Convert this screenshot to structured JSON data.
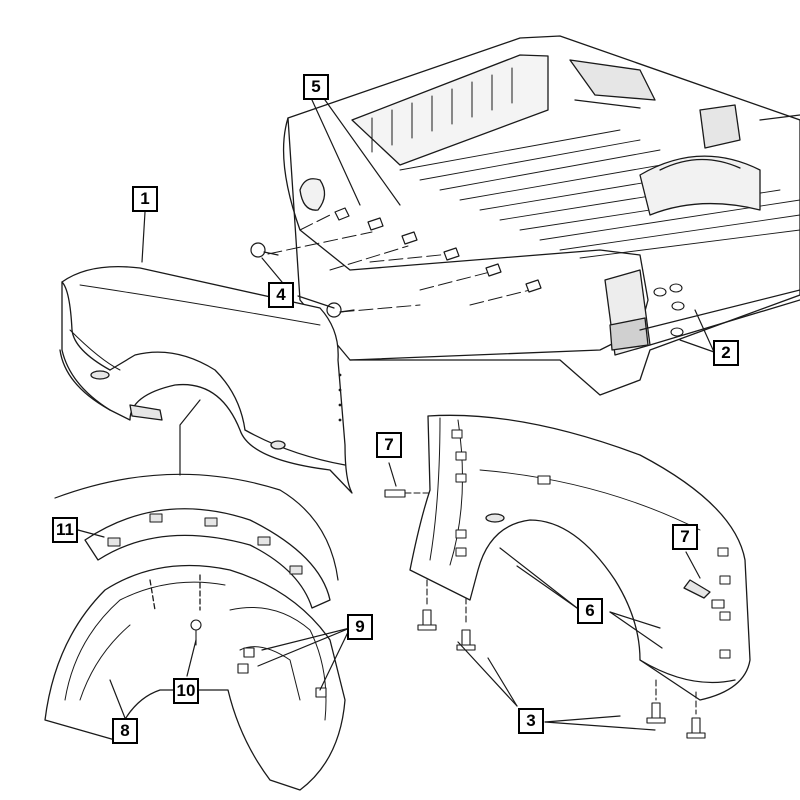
{
  "diagram": {
    "callouts": [
      {
        "id": "c1",
        "label": "1"
      },
      {
        "id": "c2",
        "label": "2"
      },
      {
        "id": "c3",
        "label": "3"
      },
      {
        "id": "c4",
        "label": "4"
      },
      {
        "id": "c5",
        "label": "5"
      },
      {
        "id": "c6",
        "label": "6"
      },
      {
        "id": "c7a",
        "label": "7"
      },
      {
        "id": "c7b",
        "label": "7"
      },
      {
        "id": "c8",
        "label": "8"
      },
      {
        "id": "c9",
        "label": "9"
      },
      {
        "id": "c10",
        "label": "10"
      },
      {
        "id": "c11",
        "label": "11"
      }
    ],
    "colors": {
      "line": "#1a1a1a",
      "fill": "#ffffff",
      "shade": "#e8e8e8",
      "dark": "#b0b0b0"
    }
  }
}
